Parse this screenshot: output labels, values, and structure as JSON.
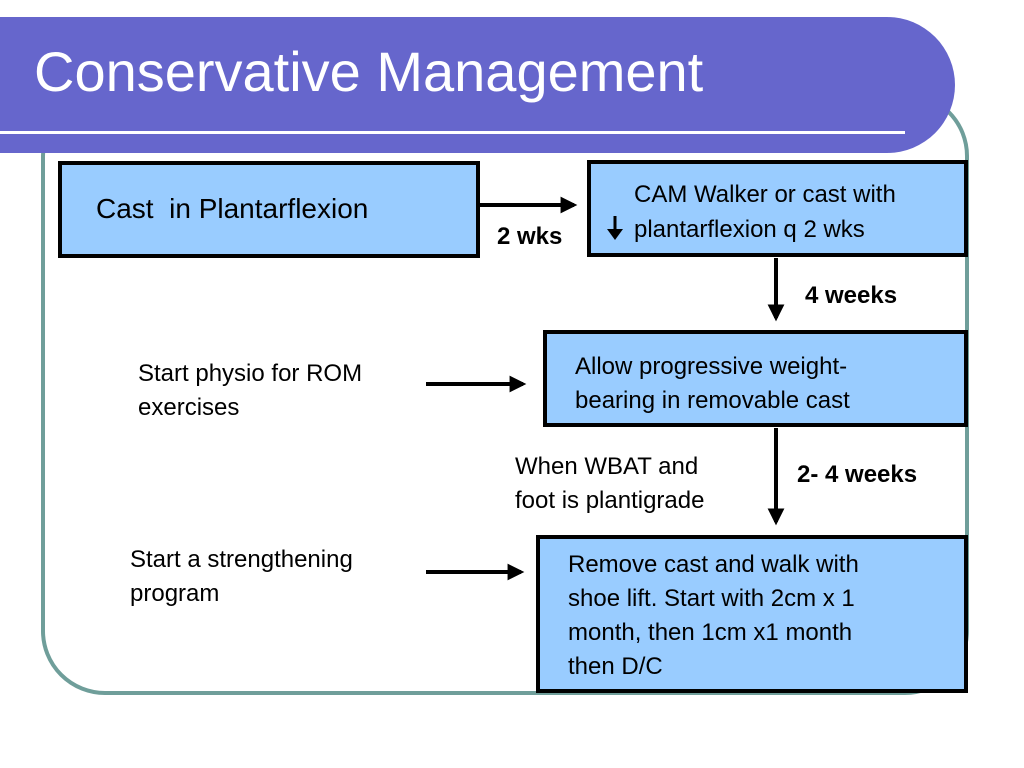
{
  "slide": {
    "title": "Conservative Management"
  },
  "colors": {
    "title_bar": "#6666cc",
    "box_fill": "#99ccff",
    "frame_border": "#6f9e9a"
  },
  "flow": {
    "cast_box": {
      "label": "Cast  in Plantarflexion"
    },
    "cam_box": {
      "line1": "CAM Walker or cast with",
      "line2_icon": "down-arrow-icon",
      "line2": "plantarflexion q 2 wks"
    },
    "weight_box": {
      "line1": "Allow progressive weight-",
      "line2": "bearing in removable cast"
    },
    "remove_box": {
      "line1": "Remove cast and walk with",
      "line2": "shoe lift. Start with 2cm x 1",
      "line3": "month, then 1cm x1 month",
      "line4": "then D/C"
    },
    "interval_1": "2 wks",
    "interval_2": "4 weeks",
    "interval_3": "2- 4 weeks",
    "condition": {
      "line1": "When WBAT and",
      "line2": "foot is plantigrade"
    },
    "physio_note": {
      "line1": "Start physio for ROM",
      "line2": "exercises"
    },
    "strength_note": {
      "line1": "Start a strengthening",
      "line2": "program"
    }
  }
}
